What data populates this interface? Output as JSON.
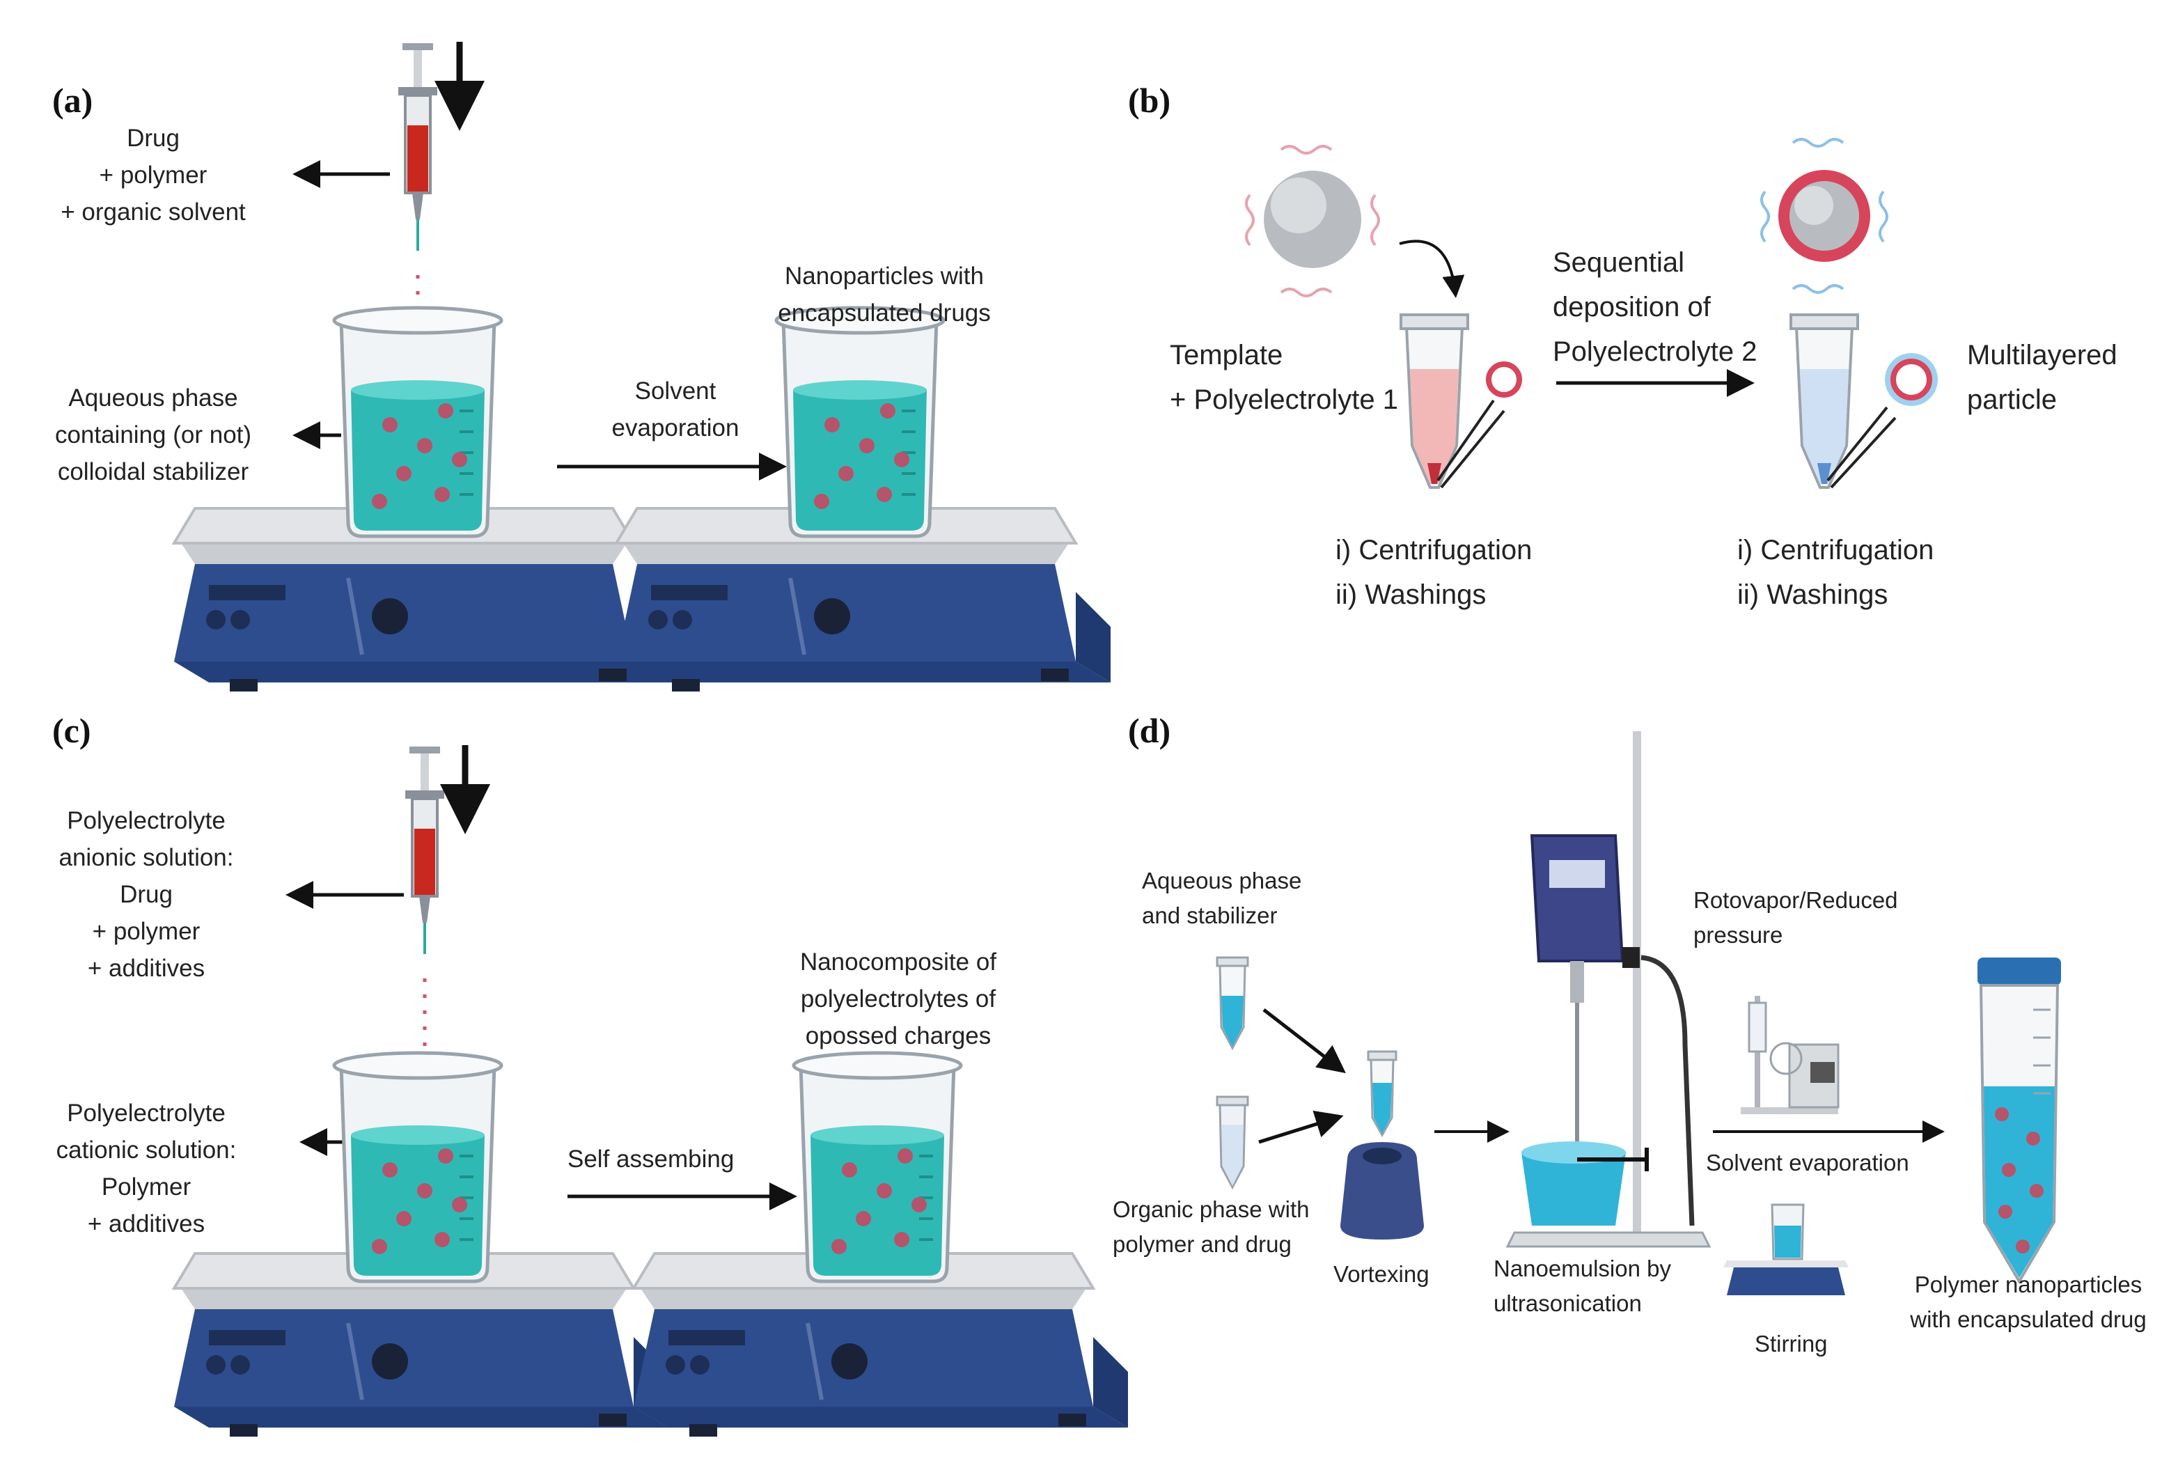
{
  "panels": {
    "a": "(a)",
    "b": "(b)",
    "c": "(c)",
    "d": "(d)"
  },
  "panel_a": {
    "drug_mix": [
      "Drug",
      "+ polymer",
      "+ organic solvent"
    ],
    "aqueous_phase": [
      "Aqueous phase",
      "containing (or not)",
      "colloidal stabilizer"
    ],
    "step": [
      "Solvent",
      "evaporation"
    ],
    "result": [
      "Nanoparticles with",
      "encapsulated drugs"
    ]
  },
  "panel_b": {
    "template": [
      "Template",
      "+ Polyelectrolyte 1"
    ],
    "step": [
      "Sequential",
      "deposition of",
      "Polyelectrolyte 2"
    ],
    "result": [
      "Multilayered",
      "particle"
    ],
    "wash_1": [
      "i) Centrifugation",
      "ii) Washings"
    ],
    "wash_2": [
      "i) Centrifugation",
      "ii) Washings"
    ]
  },
  "panel_c": {
    "anionic": [
      "Polyelectrolyte",
      "anionic solution:",
      "Drug",
      "+ polymer",
      "+ additives"
    ],
    "cationic": [
      "Polyelectrolyte",
      "cationic solution:",
      "Polymer",
      "+ additives"
    ],
    "step": "Self assembing",
    "result": [
      "Nanocomposite of",
      "polyelectrolytes of",
      "opossed charges"
    ]
  },
  "panel_d": {
    "aqueous": [
      "Aqueous phase",
      "and stabilizer"
    ],
    "organic": [
      "Organic phase with",
      "polymer and drug"
    ],
    "vortex": "Vortexing",
    "nanoemulsion": [
      "Nanoemulsion by",
      "ultrasonication"
    ],
    "rotovapor": [
      "Rotovapor/Reduced",
      "pressure"
    ],
    "solvent_evap": "Solvent evaporation",
    "stirring": "Stirring",
    "result": [
      "Polymer nanoparticles",
      "with encapsulated drug"
    ]
  },
  "colors": {
    "liquid": "#2fb9b4",
    "plate_blue": "#2e4d8f",
    "syringe_red": "#c9281e",
    "particle": "#b5546a",
    "tube_pink": "#f2b8b8",
    "tube_blue": "#cfe0f4",
    "ring_red": "#d6455c",
    "ring_blue": "#9fd0ef"
  },
  "icons": [
    "syringe-icon",
    "beaker-icon",
    "hotplate-stirrer-icon",
    "template-sphere-icon",
    "centrifuge-tube-icon",
    "vortex-mixer-icon",
    "ultrasonicator-icon",
    "rotovapor-icon",
    "falcon-tube-icon"
  ]
}
